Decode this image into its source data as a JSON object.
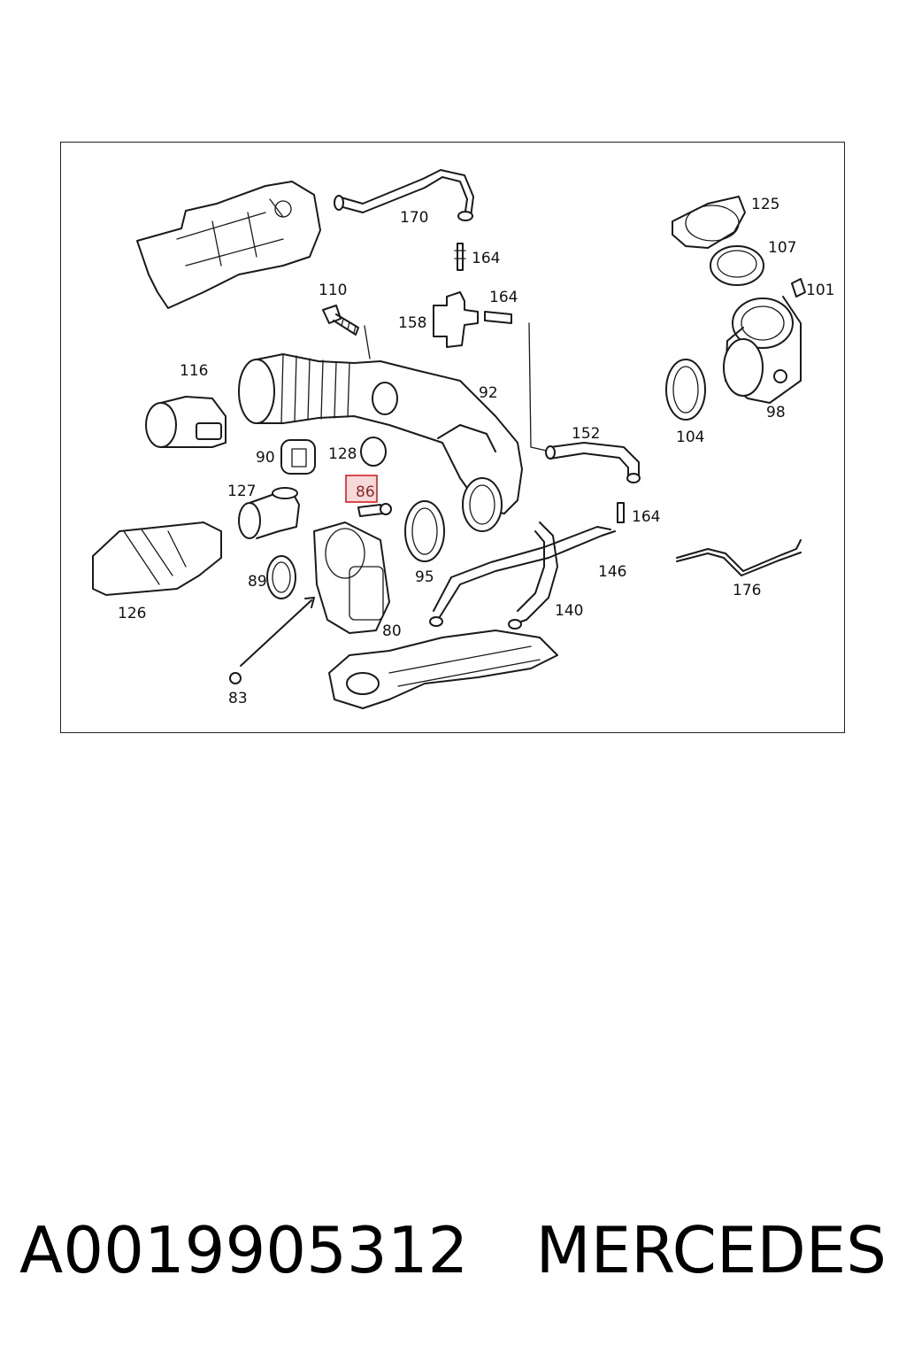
{
  "diagram": {
    "callouts": [
      "170",
      "164",
      "164",
      "164",
      "110",
      "158",
      "116",
      "92",
      "125",
      "107",
      "101",
      "98",
      "104",
      "152",
      "90",
      "128",
      "127",
      "86",
      "95",
      "146",
      "176",
      "126",
      "89",
      "80",
      "140",
      "83"
    ],
    "highlighted": "86"
  },
  "footer": {
    "part_number": "A0019905312",
    "brand": "MERCEDES"
  }
}
